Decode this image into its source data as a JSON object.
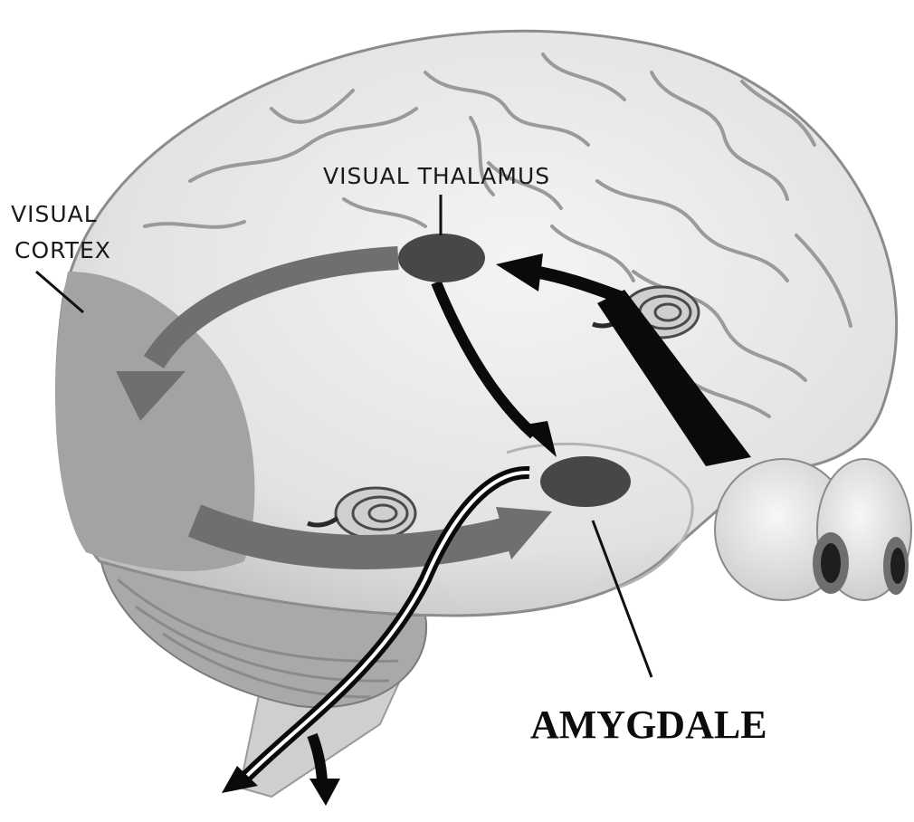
{
  "labels": {
    "visual_thalamus": "VISUAL THALAMUS",
    "visual_cortex_line1": "VISUAL",
    "visual_cortex_line2": "CORTEX",
    "amygdale": "AMYGDALE"
  },
  "colors": {
    "background": "#ffffff",
    "brain_fill": "#e9e9e9",
    "sulci": "#8e8e8e",
    "visual_cortex_region": "#a3a3a3",
    "cortical_pathway": "#6f6f6f",
    "subcortical_pathway": "#0a0a0a",
    "nucleus": "#474747"
  }
}
